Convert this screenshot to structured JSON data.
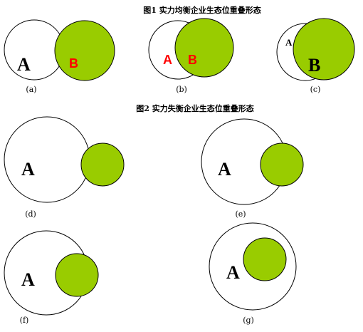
{
  "titles": {
    "fig1": "图1 实力均衡企业生态位重叠形态",
    "fig2": "图2 实力失衡企业生态位重叠形态"
  },
  "colors": {
    "green": "#99cc00",
    "red": "#ff0000",
    "stroke": "#000000"
  },
  "labels": {
    "a": "A",
    "b": "B"
  },
  "captions": {
    "a": "(a)",
    "b": "(b)",
    "c": "(c)",
    "d": "(d)",
    "e": "(e)",
    "f": "(f)",
    "g": "(g)"
  }
}
